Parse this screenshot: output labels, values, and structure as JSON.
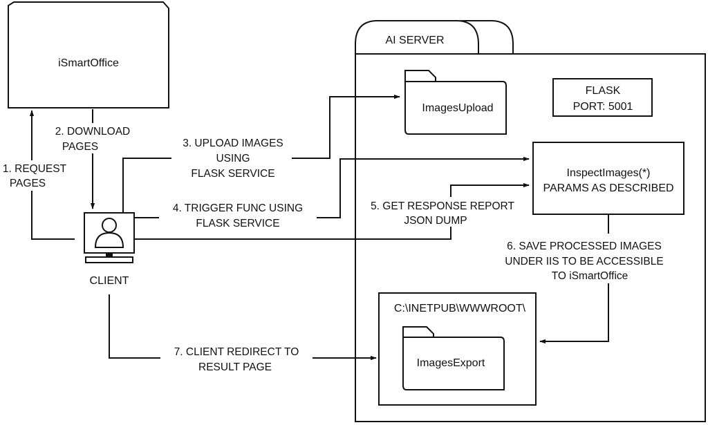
{
  "nodes": {
    "ismartoffice": "iSmartOffice",
    "ai_server": "AI SERVER",
    "images_upload": "ImagesUpload",
    "flask_line1": "FLASK",
    "flask_line2": "PORT: 5001",
    "inspect_line1": "InspectImages(*)",
    "inspect_line2": "PARAMS AS DESCRIBED",
    "inetpub": "C:\\INETPUB\\WWWROOT\\",
    "images_export": "ImagesExport",
    "client": "CLIENT"
  },
  "edges": {
    "e1_line1": "1. REQUEST",
    "e1_line2": "PAGES",
    "e2_line1": "2. DOWNLOAD",
    "e2_line2": "PAGES",
    "e3_line1": "3. UPLOAD  IMAGES",
    "e3_line2": "USING",
    "e3_line3": "FLASK  SERVICE",
    "e4_line1": "4. TRIGGER  FUNC  USING",
    "e4_line2": "FLASK  SERVICE",
    "e5_line1": "5. GET  RESPONSE  REPORT",
    "e5_line2": "JSON  DUMP",
    "e6_line1": "6. SAVE  PROCESSED  IMAGES",
    "e6_line2": "UNDER  IIS  TO  BE  ACCESSIBLE",
    "e6_line3": "TO  iSmartOffice",
    "e7_line1": "7. CLIENT  REDIRECT  TO",
    "e7_line2": "RESULT  PAGE"
  }
}
